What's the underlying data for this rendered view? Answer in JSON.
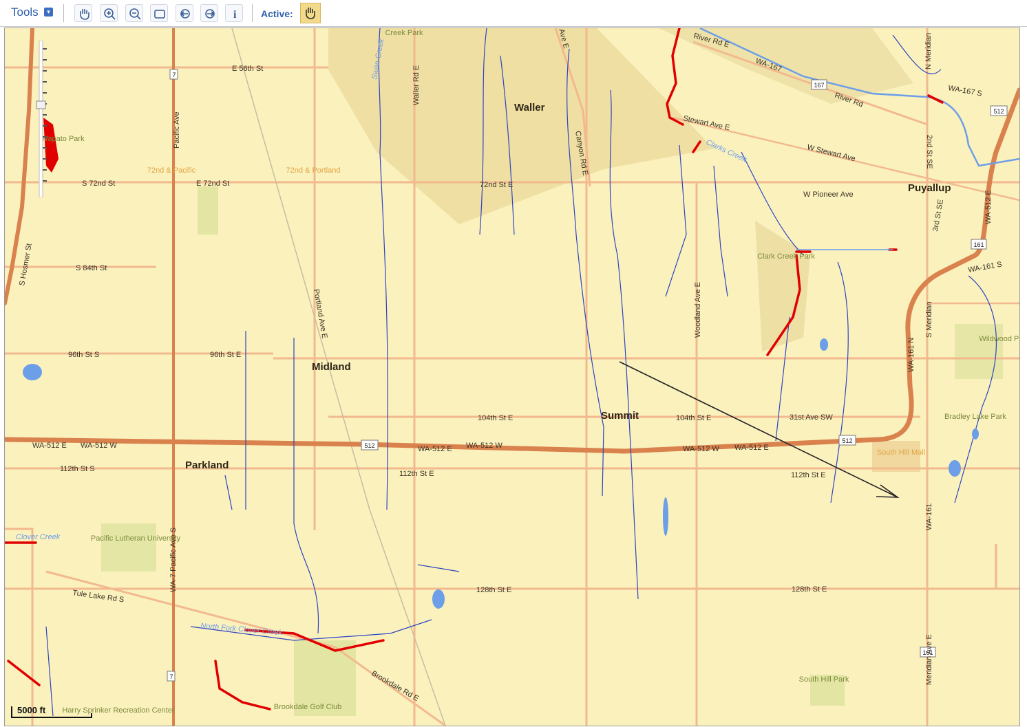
{
  "toolbar": {
    "tools_label": "Tools",
    "tool_buttons": [
      {
        "name": "pan-hand-icon"
      },
      {
        "name": "zoom-in-icon"
      },
      {
        "name": "zoom-out-icon"
      },
      {
        "name": "zoom-extent-icon"
      },
      {
        "name": "previous-extent-icon"
      },
      {
        "name": "next-extent-icon"
      },
      {
        "name": "identify-info-icon"
      }
    ],
    "identify_glyph": "i",
    "active_label": "Active:",
    "active_tool_icon": "pan-hand-icon"
  },
  "colors": {
    "map_background": "#fbf1bd",
    "hill_shade": "#efdfa3",
    "arterial_road": "#f2b98e",
    "highway": "#d9824e",
    "stream": "#2d44c2",
    "highlight": "#e00000",
    "river": "#6d9ee8",
    "park": "#d9de9a",
    "label_text": "#3b3326",
    "poi_text": "#e0a443"
  },
  "map": {
    "places": [
      "Waller",
      "Puyallup",
      "Midland",
      "Summit",
      "Parkland"
    ],
    "streets": [
      "E 56th St",
      "Pacific Ave",
      "Waller Rd E",
      "Ave E",
      "S 72nd St",
      "E 72nd St",
      "72nd St E",
      "Stewart Ave E",
      "W Stewart Ave",
      "W Pioneer Ave",
      "Canyon Rd E",
      "S 84th St",
      "S Hosmer St",
      "96th St S",
      "96th St E",
      "Portland Ave E",
      "Woodland Ave E",
      "104th St E",
      "31st Ave SW",
      "WA-512 E",
      "WA-512 W",
      "112th St S",
      "112th St E",
      "WA-7 Pacific Ave S",
      "Tule Lake Rd S",
      "128th St E",
      "Brookdale Rd E",
      "Meridian Ave E",
      "WA-161",
      "WA-161 N",
      "S Meridian",
      "N Meridian",
      "River Rd E",
      "WA-167",
      "WA-167 S",
      "River Rd",
      "2nd St SE",
      "3rd St SE",
      "WA-512 E",
      "WA-161 S",
      "River Rd E"
    ],
    "water": [
      "Clover Creek",
      "North Fork Clover Creek",
      "Swan Creek",
      "Clarks Creek"
    ],
    "parks": [
      "Creek Park",
      "Wapato Park",
      "Clark Creek Park",
      "Pacific Lutheran University",
      "Brookdale Golf Club",
      "Harry Sprinker Recreation Center",
      "South Hill Park",
      "Bradley Lake Park",
      "Wildwood Park",
      "South Hill Mall"
    ],
    "poi": [
      "72nd & Pacific",
      "72nd & Portland"
    ],
    "shields": [
      "7",
      "167",
      "512",
      "161"
    ],
    "scale_label": "5000 ft"
  }
}
